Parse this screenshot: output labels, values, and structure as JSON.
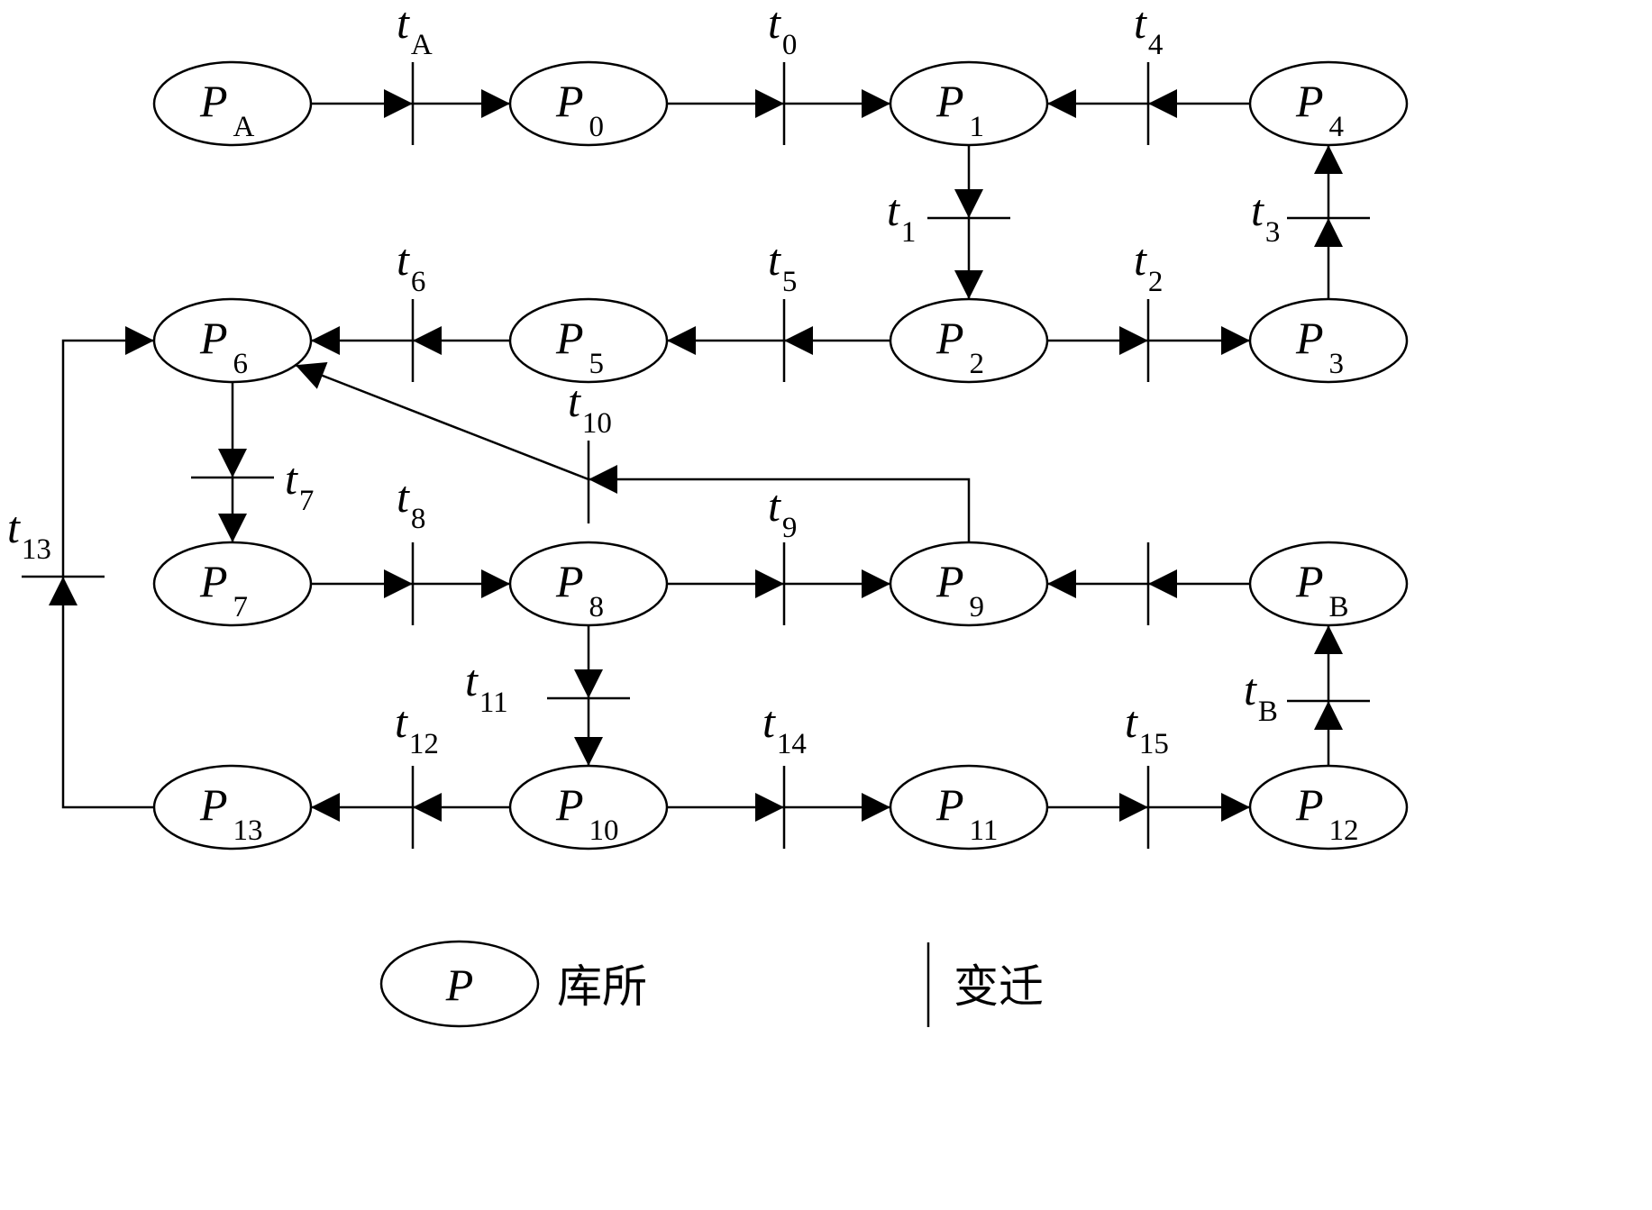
{
  "places": [
    {
      "id": "PA",
      "letter": "P",
      "sub": "A"
    },
    {
      "id": "P0",
      "letter": "P",
      "sub": "0"
    },
    {
      "id": "P1",
      "letter": "P",
      "sub": "1"
    },
    {
      "id": "P4",
      "letter": "P",
      "sub": "4"
    },
    {
      "id": "P6",
      "letter": "P",
      "sub": "6"
    },
    {
      "id": "P5",
      "letter": "P",
      "sub": "5"
    },
    {
      "id": "P2",
      "letter": "P",
      "sub": "2"
    },
    {
      "id": "P3",
      "letter": "P",
      "sub": "3"
    },
    {
      "id": "P7",
      "letter": "P",
      "sub": "7"
    },
    {
      "id": "P8",
      "letter": "P",
      "sub": "8"
    },
    {
      "id": "P9",
      "letter": "P",
      "sub": "9"
    },
    {
      "id": "PB",
      "letter": "P",
      "sub": "B"
    },
    {
      "id": "P13",
      "letter": "P",
      "sub": "13"
    },
    {
      "id": "P10",
      "letter": "P",
      "sub": "10"
    },
    {
      "id": "P11",
      "letter": "P",
      "sub": "11"
    },
    {
      "id": "P12",
      "letter": "P",
      "sub": "12"
    }
  ],
  "transitions": [
    {
      "id": "tA",
      "letter": "t",
      "sub": "A"
    },
    {
      "id": "t0",
      "letter": "t",
      "sub": "0"
    },
    {
      "id": "t4",
      "letter": "t",
      "sub": "4"
    },
    {
      "id": "t1",
      "letter": "t",
      "sub": "1"
    },
    {
      "id": "t3",
      "letter": "t",
      "sub": "3"
    },
    {
      "id": "t6",
      "letter": "t",
      "sub": "6"
    },
    {
      "id": "t5",
      "letter": "t",
      "sub": "5"
    },
    {
      "id": "t2",
      "letter": "t",
      "sub": "2"
    },
    {
      "id": "t10",
      "letter": "t",
      "sub": "10"
    },
    {
      "id": "t7",
      "letter": "t",
      "sub": "7"
    },
    {
      "id": "t8",
      "letter": "t",
      "sub": "8"
    },
    {
      "id": "t9",
      "letter": "t",
      "sub": "9"
    },
    {
      "id": "t13",
      "letter": "t",
      "sub": "13"
    },
    {
      "id": "t11",
      "letter": "t",
      "sub": "11"
    },
    {
      "id": "t12",
      "letter": "t",
      "sub": "12"
    },
    {
      "id": "t14",
      "letter": "t",
      "sub": "14"
    },
    {
      "id": "t15",
      "letter": "t",
      "sub": "15"
    },
    {
      "id": "tB",
      "letter": "t",
      "sub": "B"
    }
  ],
  "legend": {
    "place_symbol": "P",
    "place_label": "库所",
    "transition_label": "变迁"
  }
}
